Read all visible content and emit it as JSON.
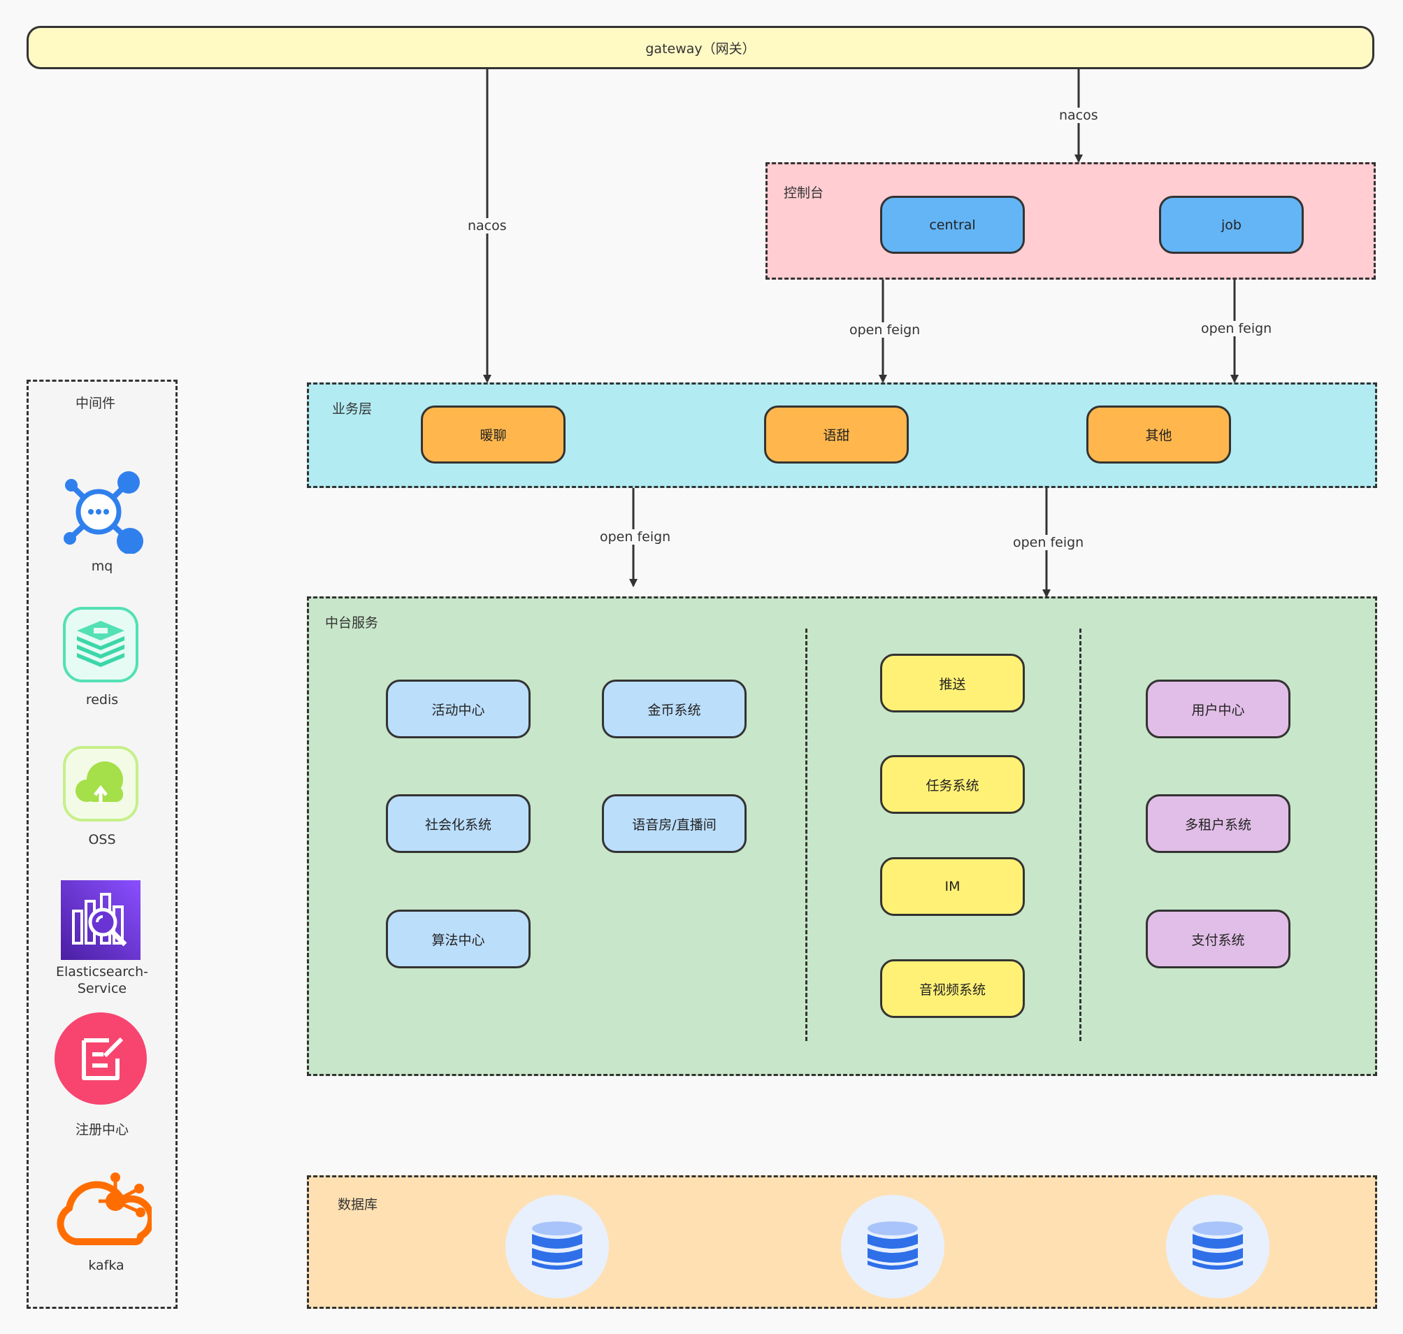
{
  "gateway": {
    "label": "gateway（网关）"
  },
  "edges": {
    "gateway_to_business": "nacos",
    "gateway_to_console": "nacos",
    "central_to_business": "open feign",
    "job_to_business": "open feign",
    "business_to_middle_left": "open feign",
    "business_to_middle_right": "open feign"
  },
  "console": {
    "title": "控制台",
    "nodes": [
      "central",
      "job"
    ]
  },
  "business": {
    "title": "业务层",
    "nodes": [
      "暖聊",
      "语甜",
      "其他"
    ]
  },
  "middle": {
    "title": "中台服务",
    "left_nodes": [
      "活动中心",
      "金币系统",
      "社会化系统",
      "语音房/直播间",
      "算法中心"
    ],
    "center_nodes": [
      "推送",
      "任务系统",
      "IM",
      "音视频系统"
    ],
    "right_nodes": [
      "用户中心",
      "多租户系统",
      "支付系统"
    ]
  },
  "database": {
    "title": "数据库",
    "icons": [
      "database-icon",
      "database-icon",
      "database-icon"
    ]
  },
  "middleware": {
    "title": "中间件",
    "items": [
      {
        "label": "mq",
        "icon": "mq-network-icon"
      },
      {
        "label": "redis",
        "icon": "redis-layers-icon"
      },
      {
        "label": "OSS",
        "icon": "oss-cloud-upload-icon"
      },
      {
        "label": "Elasticsearch-",
        "label2": "Service",
        "icon": "elasticsearch-service-icon"
      },
      {
        "label": "注册中心",
        "icon": "registry-edit-icon"
      },
      {
        "label": "kafka",
        "icon": "kafka-cloud-icon"
      }
    ]
  },
  "colors": {
    "gateway": "#fff9c4",
    "console_bg": "#ffcdd2",
    "business_bg": "#b2ebf2",
    "middle_bg": "#c8e6c9",
    "database_bg": "#ffe0b2",
    "middleware_bg": "#f5f5f5",
    "console_node": "#64b5f6",
    "business_node": "#ffb74d",
    "middle_left_node": "#bbdefb",
    "middle_center_node": "#fff176",
    "middle_right_node": "#e1bee7"
  }
}
